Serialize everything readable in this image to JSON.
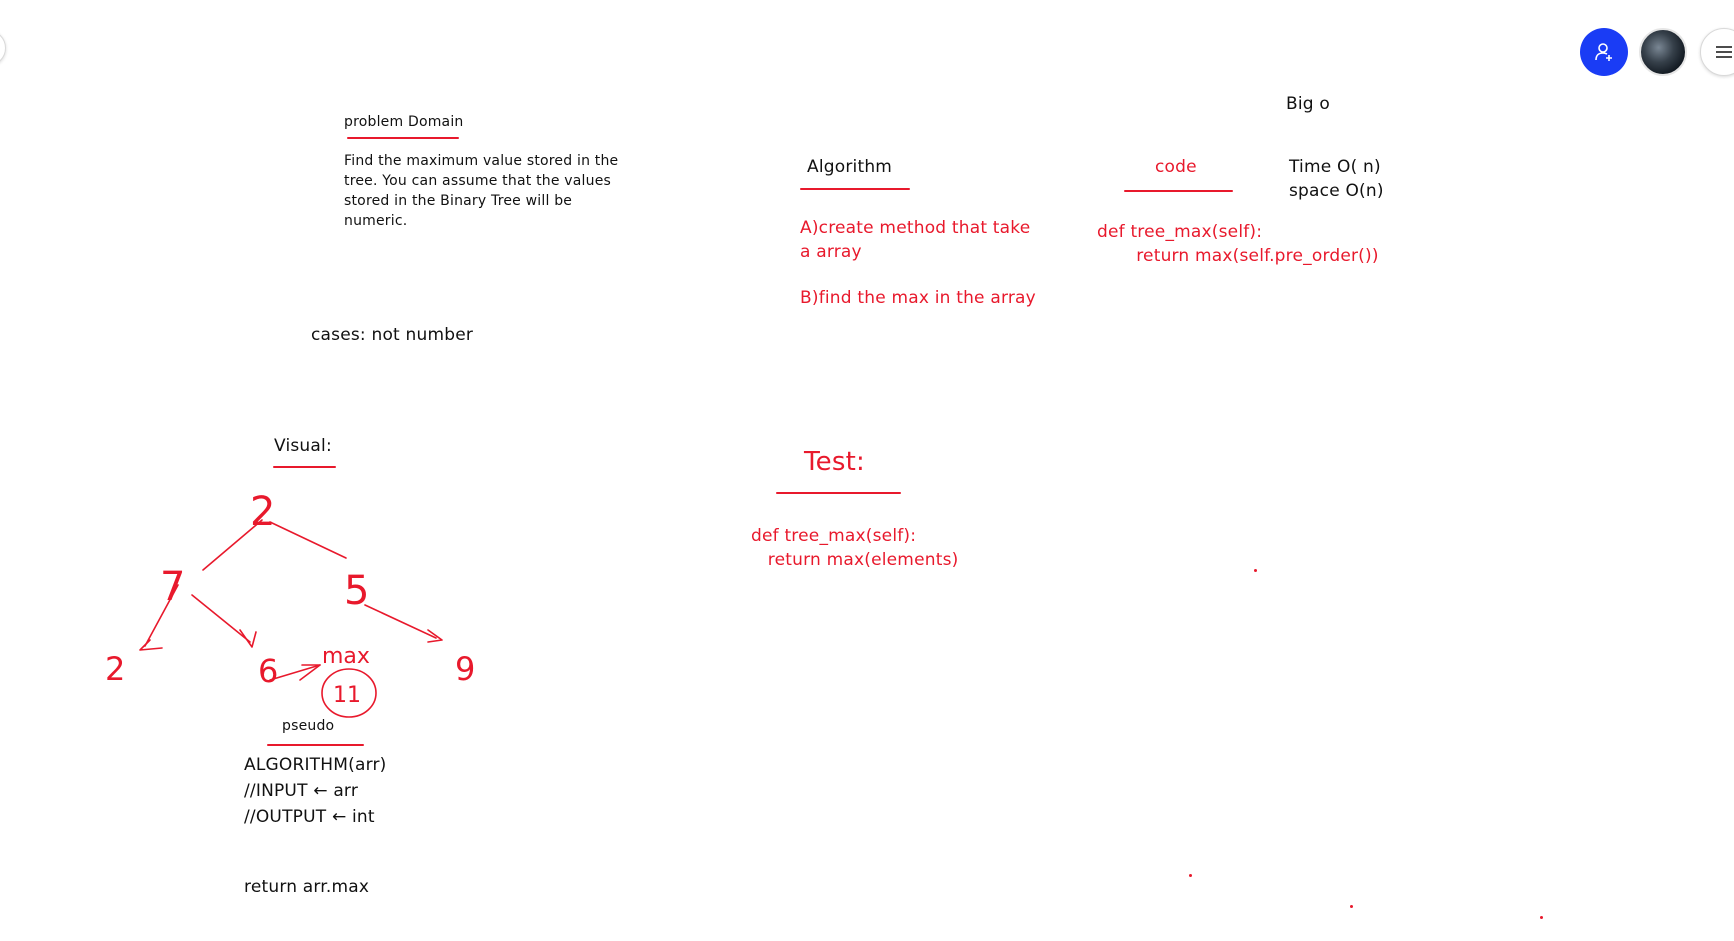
{
  "canvas": {
    "problem_domain": {
      "heading": "problem Domain",
      "text": "Find the maximum value stored in the\ntree. You can assume that the values\nstored in the Binary Tree will be\nnumeric."
    },
    "cases": "cases: not number",
    "visual": {
      "heading": "Visual:",
      "tree_labels": {
        "root": "2",
        "left": "7",
        "right": "5",
        "left_left": "2",
        "left_right": "6",
        "right_right": "9",
        "max_label": "max",
        "max_value": "11"
      }
    },
    "pseudo": {
      "heading": "pseudo",
      "lines": [
        "ALGORITHM(arr)",
        "//INPUT ← arr",
        "//OUTPUT ← int"
      ],
      "return_line": "return arr.max"
    },
    "algorithm": {
      "heading": "Algorithm",
      "step_a": "A)create method that take\na array",
      "step_b": "B)find the max in the array"
    },
    "code": {
      "heading": "code",
      "text": "def tree_max(self):\n       return max(self.pre_order())"
    },
    "big_o": {
      "heading": "Big o",
      "time": "Time O( n)",
      "space": "space O(n)"
    },
    "test": {
      "heading": "Test:",
      "text": "def tree_max(self):\n   return max(elements)"
    }
  },
  "toolbar": {
    "share_icon": "add-user-icon",
    "avatar_icon": "user-avatar",
    "menu_icon": "hamburger-menu-icon"
  },
  "colors": {
    "accent_red": "#e8192c",
    "share_blue": "#1a3cf5",
    "text": "#111111"
  }
}
